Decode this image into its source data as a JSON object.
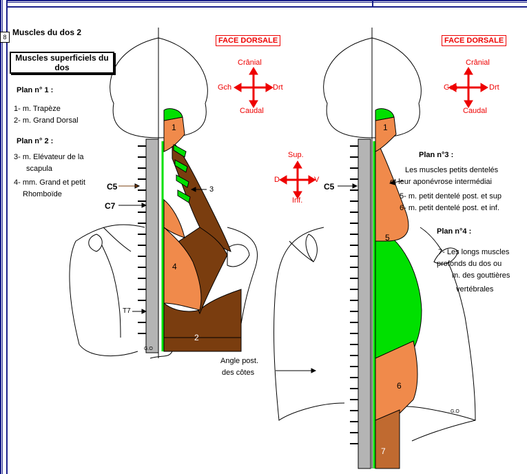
{
  "tab_label": "8",
  "title": "Muscles du dos  2",
  "section_title": "Muscles superficiels du dos",
  "left": {
    "plan1_title": "Plan n° 1 :",
    "plan1_items": [
      "1- m. Trapèze",
      "2- m. Grand Dorsal"
    ],
    "plan2_title": "Plan n° 2 :",
    "plan2_items": [
      "3- m. Elévateur de la",
      "scapula",
      "4- mm. Grand et petit",
      "Rhomboïde"
    ],
    "face_label": "FACE DORSALE",
    "compass": {
      "top": "Crânial",
      "left": "Gch",
      "right": "Drt",
      "bottom": "Caudal"
    },
    "markers": {
      "c5": "C5",
      "c7": "C7",
      "t7": "T7",
      "three": "3"
    },
    "muscle_numbers": {
      "n1": "1",
      "n2": "2",
      "n4": "4"
    },
    "signature": "G.O"
  },
  "right": {
    "face_label": "FACE DORSALE",
    "compass": {
      "top": "Crânial",
      "left": "Gch",
      "right": "Drt",
      "bottom": "Caudal"
    },
    "compass2": {
      "top": "Sup.",
      "left": "D",
      "right": "V",
      "bottom": "Inf."
    },
    "marker_c5": "C5",
    "plan3_title": "Plan n°3 :",
    "plan3_lines": [
      "Les muscles petits dentelés",
      "et leur aponévrose intermédiai",
      "5- m. petit dentelé post. et sup",
      "6- m. petit dentelé post. et inf."
    ],
    "plan4_title": "Plan n°4 :",
    "plan4_lines": [
      "7- Les longs muscles",
      "profonds du dos ou",
      "m. des gouttières",
      "vertébrales"
    ],
    "angle_label": [
      "Angle post.",
      "des côtes"
    ],
    "muscle_numbers": {
      "n1": "1",
      "n5": "5",
      "n6": "6",
      "n7": "7"
    },
    "signature": "G.O"
  },
  "colors": {
    "frame": "#1a1f8a",
    "brown": "#7a3d0f",
    "orange": "#f08a4b",
    "green": "#00e000",
    "spine": "#b4b4b4",
    "red": "#e00000"
  }
}
